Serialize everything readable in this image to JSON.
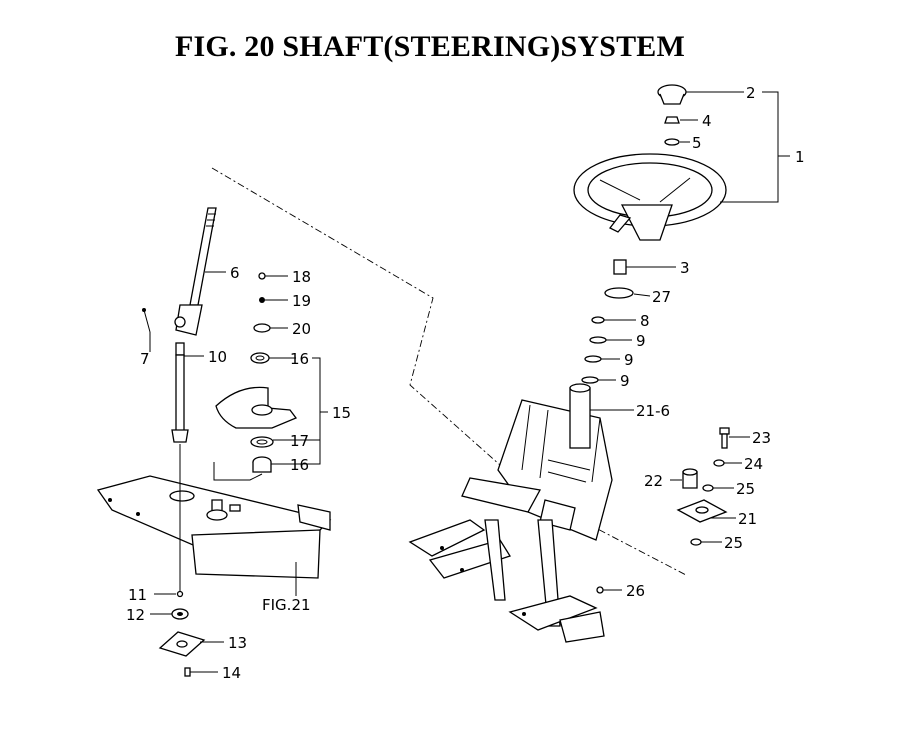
{
  "title": "FIG. 20  SHAFT(STEERING)SYSTEM",
  "callouts": {
    "c1": "1",
    "c2": "2",
    "c3": "3",
    "c4": "4",
    "c5": "5",
    "c6": "6",
    "c7": "7",
    "c8": "8",
    "c9a": "9",
    "c9b": "9",
    "c9c": "9",
    "c10": "10",
    "c11": "11",
    "c12": "12",
    "c13": "13",
    "c14": "14",
    "c15": "15",
    "c16a": "16",
    "c16b": "16",
    "c17": "17",
    "c18": "18",
    "c19": "19",
    "c20": "20",
    "c21": "21",
    "c21_6": "21-6",
    "c22": "22",
    "c23": "23",
    "c24": "24",
    "c25a": "25",
    "c25b": "25",
    "c26": "26",
    "c27": "27",
    "fig21": "FIG.21"
  }
}
